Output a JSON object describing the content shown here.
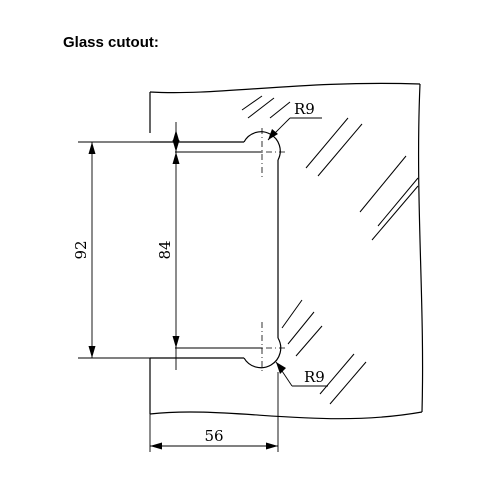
{
  "title": "Glass cutout:",
  "dimensions": {
    "overall_height": "92",
    "inner_height": "84",
    "width": "56",
    "radius_top": "R9",
    "radius_bottom": "R9"
  },
  "colors": {
    "ink": "#000000",
    "background": "#ffffff"
  }
}
